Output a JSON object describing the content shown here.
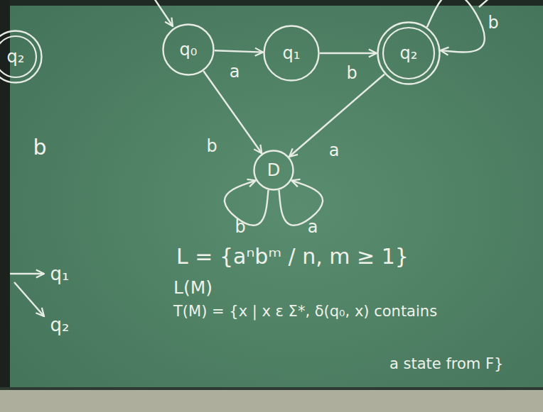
{
  "diagram": {
    "nodes": [
      {
        "text": [
          "q₂"
        ]
      },
      {
        "text": [
          "q₀"
        ]
      },
      {
        "text": [
          "q₁"
        ]
      },
      {
        "text": [
          "q₂"
        ]
      },
      {
        "text": [
          "D"
        ]
      }
    ],
    "edges": [
      {
        "from": 1,
        "to": 2,
        "label": "a",
        "arrow": "to"
      },
      {
        "from": 2,
        "to": 3,
        "label": "b",
        "arrow": "to"
      },
      {
        "from": 3,
        "to": 3,
        "label": "b",
        "arrow": "to"
      },
      {
        "from": 1,
        "to": 4,
        "label": "b",
        "arrow": "to"
      },
      {
        "from": 3,
        "to": 4,
        "label": "a",
        "arrow": "to"
      },
      {
        "from": 4,
        "to": 4,
        "label": "b",
        "arrow": "to"
      },
      {
        "from": 4,
        "to": 4,
        "label": "a",
        "arrow": "to"
      }
    ],
    "labels": [
      "b",
      "q₁",
      "q₂",
      "L = {aⁿbᵐ / n, m ≥ 1}",
      "L(M)",
      "T(M) = {x | x ε Σ*, δ(q₀, x) contains",
      "a state from F}"
    ]
  }
}
